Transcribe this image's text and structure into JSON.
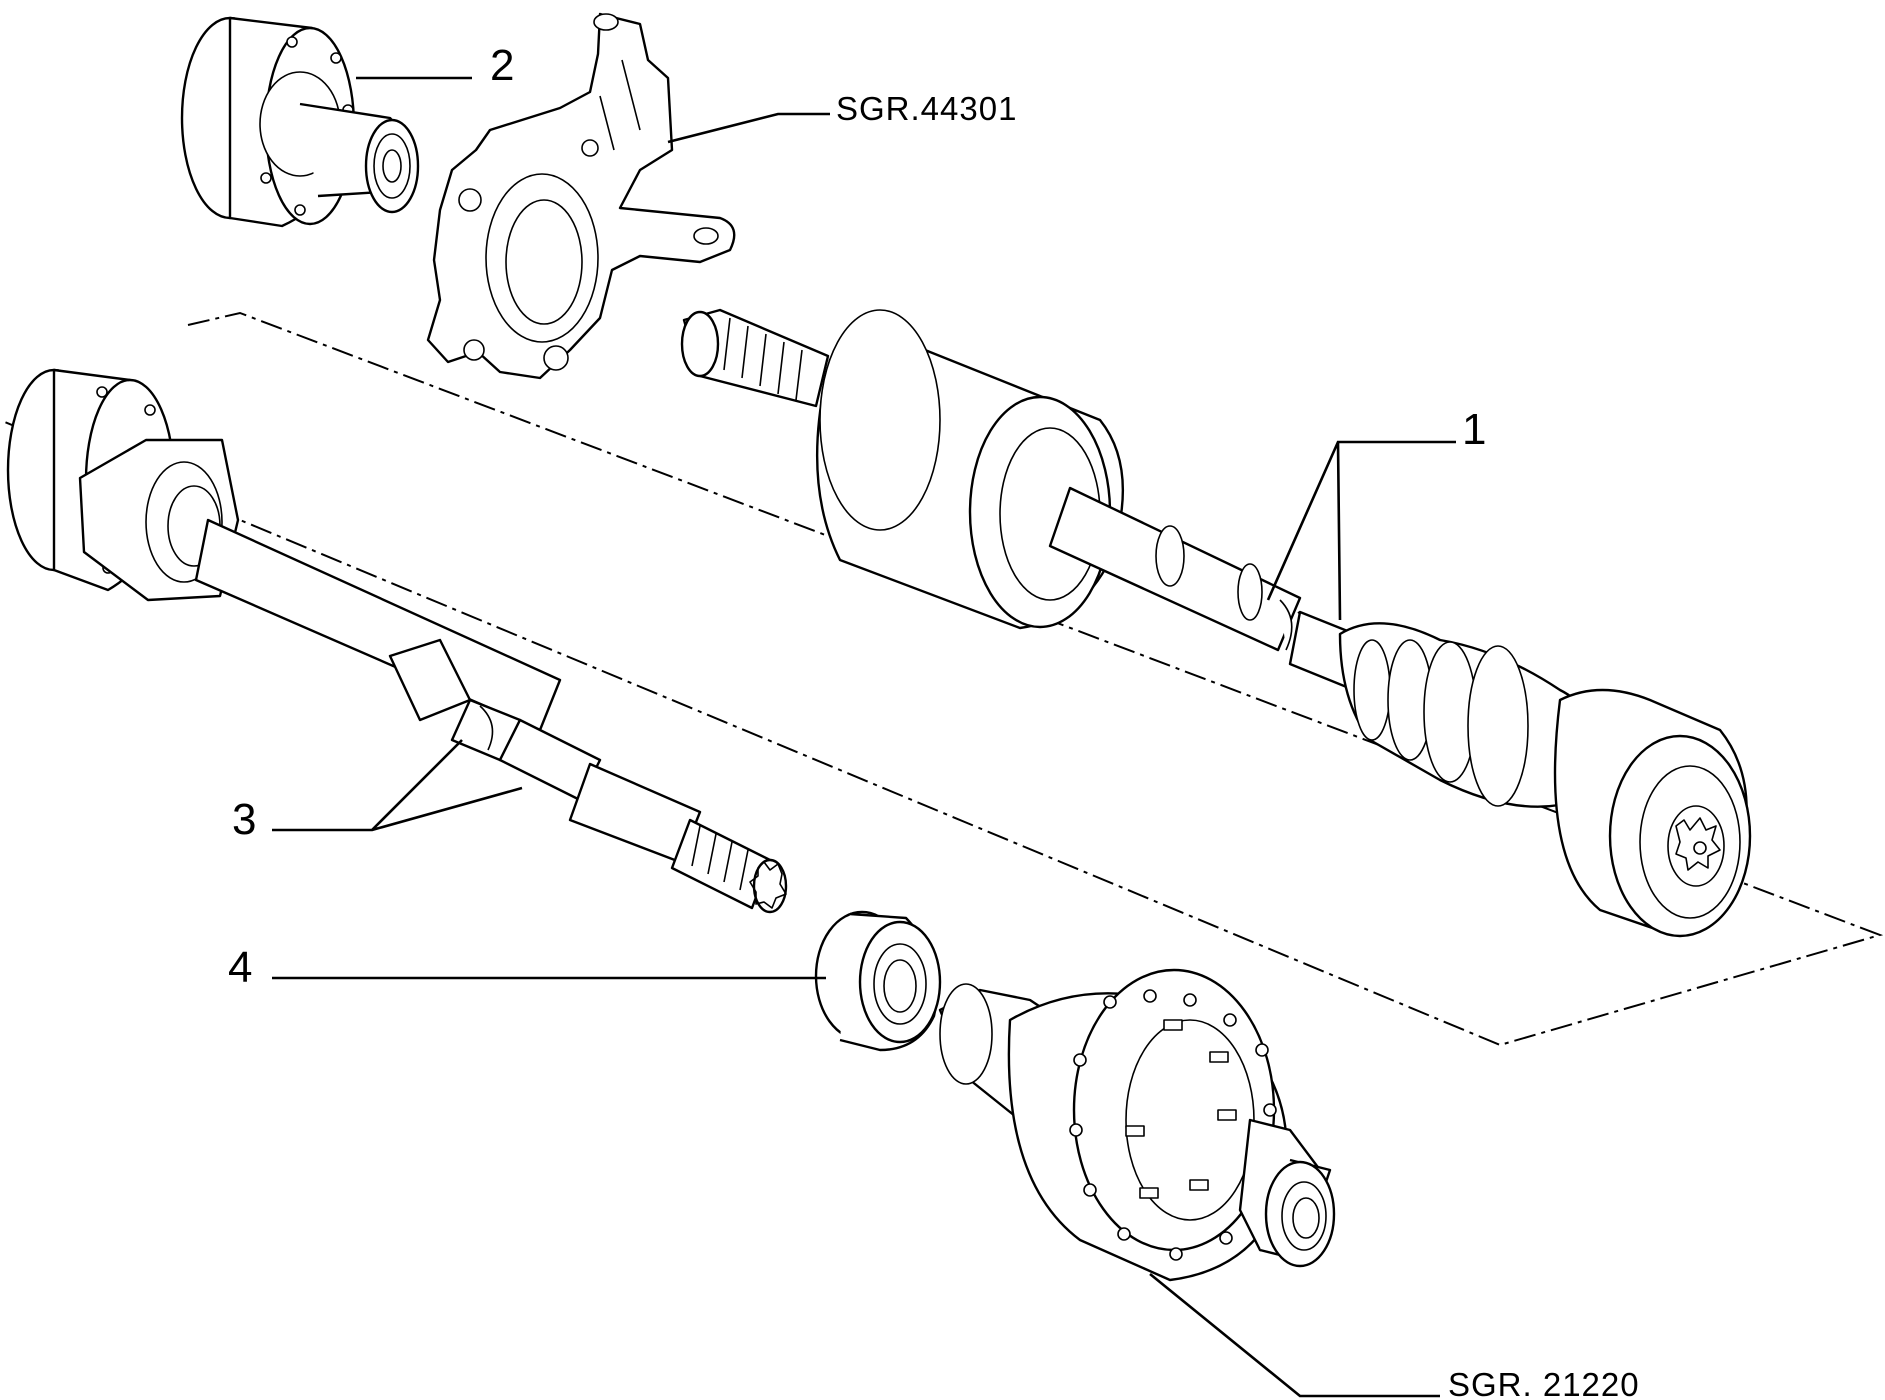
{
  "callouts": [
    {
      "id": "1",
      "label": "1"
    },
    {
      "id": "2",
      "label": "2"
    },
    {
      "id": "3",
      "label": "3"
    },
    {
      "id": "4",
      "label": "4"
    }
  ],
  "references": [
    {
      "id": "knuckle",
      "label": "SGR.44301"
    },
    {
      "id": "differential",
      "label": "SGR. 21220"
    }
  ],
  "parts": [
    {
      "callout": "1",
      "name": "drive-shaft-assembly",
      "icon": "cv-joint-shaft-icon"
    },
    {
      "callout": "2",
      "name": "flanged-splined-hub",
      "icon": "hub-flange-icon"
    },
    {
      "callout": "3",
      "name": "intermediate-shaft",
      "icon": "splined-shaft-icon"
    },
    {
      "callout": "4",
      "name": "oil-seal",
      "icon": "seal-ring-icon"
    }
  ]
}
